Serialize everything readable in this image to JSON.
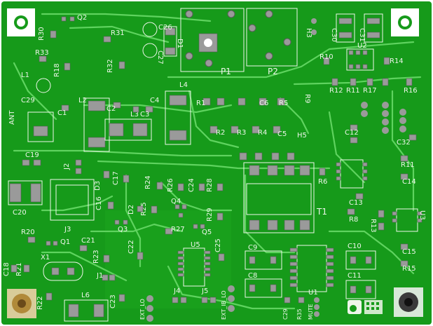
{
  "board": {
    "substrate_color": "#169a1a",
    "copper_trace_color": "#5fd35f",
    "silkscreen_color": "#eef6ea",
    "pad_color": "#9a9a9a",
    "gold_pad_color": "#c8a24a"
  },
  "labels": {
    "p1": "P1",
    "p2": "P2",
    "t1": "T1",
    "d1": "D1",
    "d2": "D2",
    "d3": "D3",
    "l1": "L1",
    "l2": "L2",
    "l3": "L3",
    "l4": "L4",
    "l6": "L6",
    "r1": "R1",
    "r2": "R2",
    "r3": "R3",
    "r4": "R4",
    "r5": "R5",
    "r6": "R6",
    "r8": "R8",
    "r9": "R9",
    "r10": "R10",
    "r11": "R11",
    "r12": "R12",
    "r13": "R13",
    "r14": "R14",
    "r15": "R15",
    "r16": "R16",
    "r17": "R17",
    "r18": "R18",
    "r20": "R20",
    "r21": "R21",
    "r22": "R22",
    "r23": "R23",
    "r24": "R24",
    "r25": "R25",
    "r26": "R26",
    "r27": "R27",
    "r28": "R28",
    "r29": "R29",
    "r30": "R30",
    "r31": "R31",
    "r32": "R32",
    "r33": "R33",
    "r35": "R35",
    "c1": "C1",
    "c2": "C2",
    "c3": "C3",
    "c4": "C4",
    "c5": "C5",
    "c6": "C6",
    "c8": "C8",
    "c9": "C9",
    "c10": "C10",
    "c11": "C11",
    "c12": "C12",
    "c13": "C13",
    "c14": "C14",
    "c15": "C15",
    "c16": "C16",
    "c17": "C17",
    "c18": "C18",
    "c19": "C19",
    "c20": "C20",
    "c21": "C21",
    "c22": "C22",
    "c23": "C23",
    "c24": "C24",
    "c25": "C25",
    "c26": "C26",
    "c27": "C27",
    "c29": "C29",
    "c30": "C30",
    "c31": "C31",
    "c32": "C32",
    "j1": "J1",
    "j2": "J2",
    "j3": "J3",
    "j4": "J4",
    "j5": "J5",
    "u1": "U1",
    "u2": "U2",
    "u3": "U3",
    "u5": "U5",
    "q1": "Q1",
    "q2": "Q2",
    "q3": "Q3",
    "q4": "Q4",
    "q5": "Q5",
    "x1": "X1",
    "h3": "H3",
    "h5": "H5",
    "ant": "ANT",
    "ext_lo": "EXT_LO",
    "ext_ib_lo": "EXT_IB_LO",
    "mute": "MUTE"
  }
}
